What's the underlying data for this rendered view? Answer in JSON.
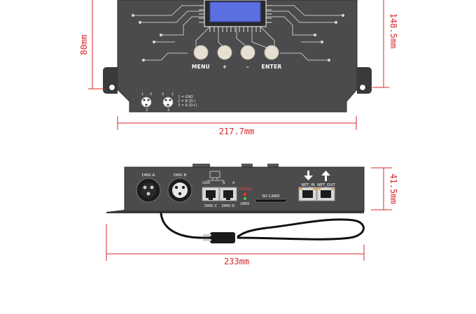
{
  "dimensions": {
    "top_height": "80mm",
    "top_height_right": "148.5mm",
    "top_width": "217.7mm",
    "side_height": "41.5mm",
    "side_width": "233mm"
  },
  "front_panel": {
    "buttons": [
      "MENU",
      "+",
      "–",
      "ENTER"
    ],
    "xlr_pinout": [
      "1 = GND",
      "2 = B (D-)",
      "3 = A (D+)"
    ],
    "xlr_pins_left": [
      "1",
      "2",
      "3"
    ],
    "xlr_pins_right": [
      "2",
      "1",
      "3"
    ]
  },
  "side_panel": {
    "dmx_a": "DMX A",
    "dmx_b": "DMX B",
    "dmx_c": "DMX C",
    "dmx_d": "DMX D",
    "gnd": "GND",
    "b_pin": "B",
    "a_pin": "A",
    "power": "POWER",
    "dmx_led": "DMX",
    "sd_card": "SD CARD",
    "net_in": "NET_IN",
    "net_out": "NET_OUT"
  },
  "colors": {
    "dimension_red": "#d8262a",
    "device_body": "#4a4a4c",
    "lcd_blue": "#5a6fe0",
    "ethernet_orange": "#e8a33a"
  }
}
